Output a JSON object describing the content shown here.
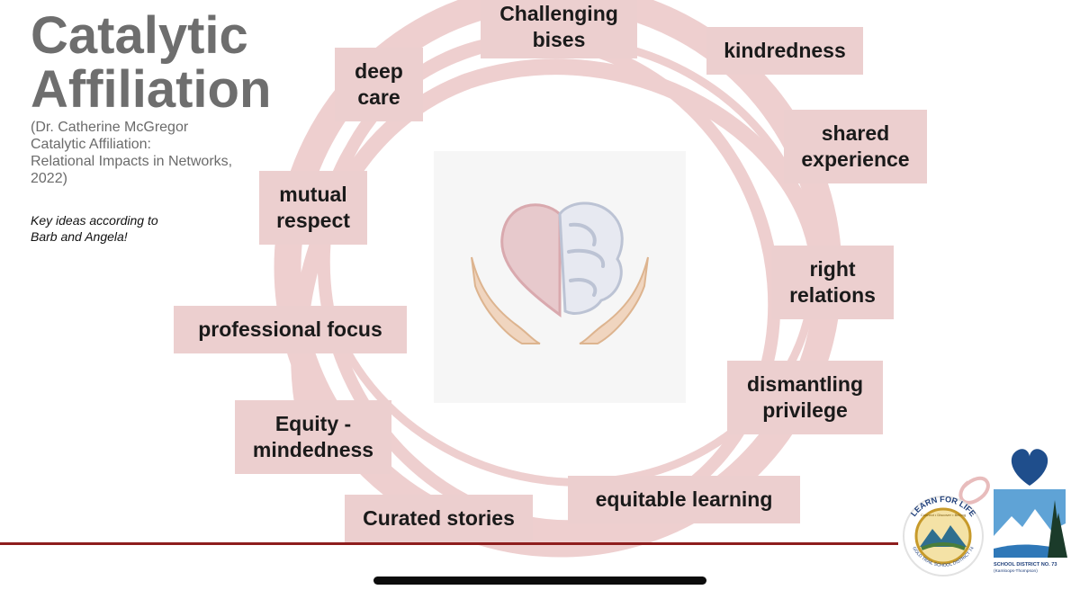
{
  "title": {
    "line1": "Catalytic",
    "line2": "Affiliation"
  },
  "citation": {
    "line1": "(Dr. Catherine McGregor",
    "line2": "Catalytic Affiliation:",
    "line3": "Relational Impacts in Networks,",
    "line4": "2022)"
  },
  "note": {
    "line1": "Key ideas according to",
    "line2": "Barb and Angela!"
  },
  "ideas": {
    "challenging_bises": {
      "line1": "Challenging",
      "line2": "bises"
    },
    "kindredness": {
      "line1": "kindredness"
    },
    "deep_care": {
      "line1": "deep",
      "line2": "care"
    },
    "shared_experience": {
      "line1": "shared",
      "line2": "experience"
    },
    "mutual_respect": {
      "line1": "mutual",
      "line2": "respect"
    },
    "right_relations": {
      "line1": "right",
      "line2": "relations"
    },
    "professional_focus": {
      "line1": "professional focus"
    },
    "dismantling_privilege": {
      "line1": "dismantling",
      "line2": "privilege"
    },
    "equity_mindedness": {
      "line1": "Equity -",
      "line2": "mindedness"
    },
    "equitable_learning": {
      "line1": "equitable learning"
    },
    "curated_stories": {
      "line1": "Curated stories"
    }
  },
  "logos": {
    "left": {
      "arc_text": "LEARN FOR LIFE",
      "inner_text": "Connect • Discover • Belong",
      "bottom_text": "GOLD TRAIL SCHOOL DISTRICT 74"
    },
    "right": {
      "line1": "SCHOOL DISTRICT NO. 73",
      "line2": "(Kamloops-Thompson)"
    }
  },
  "colors": {
    "box_fill": "#eccfcf",
    "title_gray": "#6e6e6e",
    "accent_red": "#8e1d1d",
    "swirl": "#e8bcbc",
    "heart_blue": "#1f4e8c"
  }
}
